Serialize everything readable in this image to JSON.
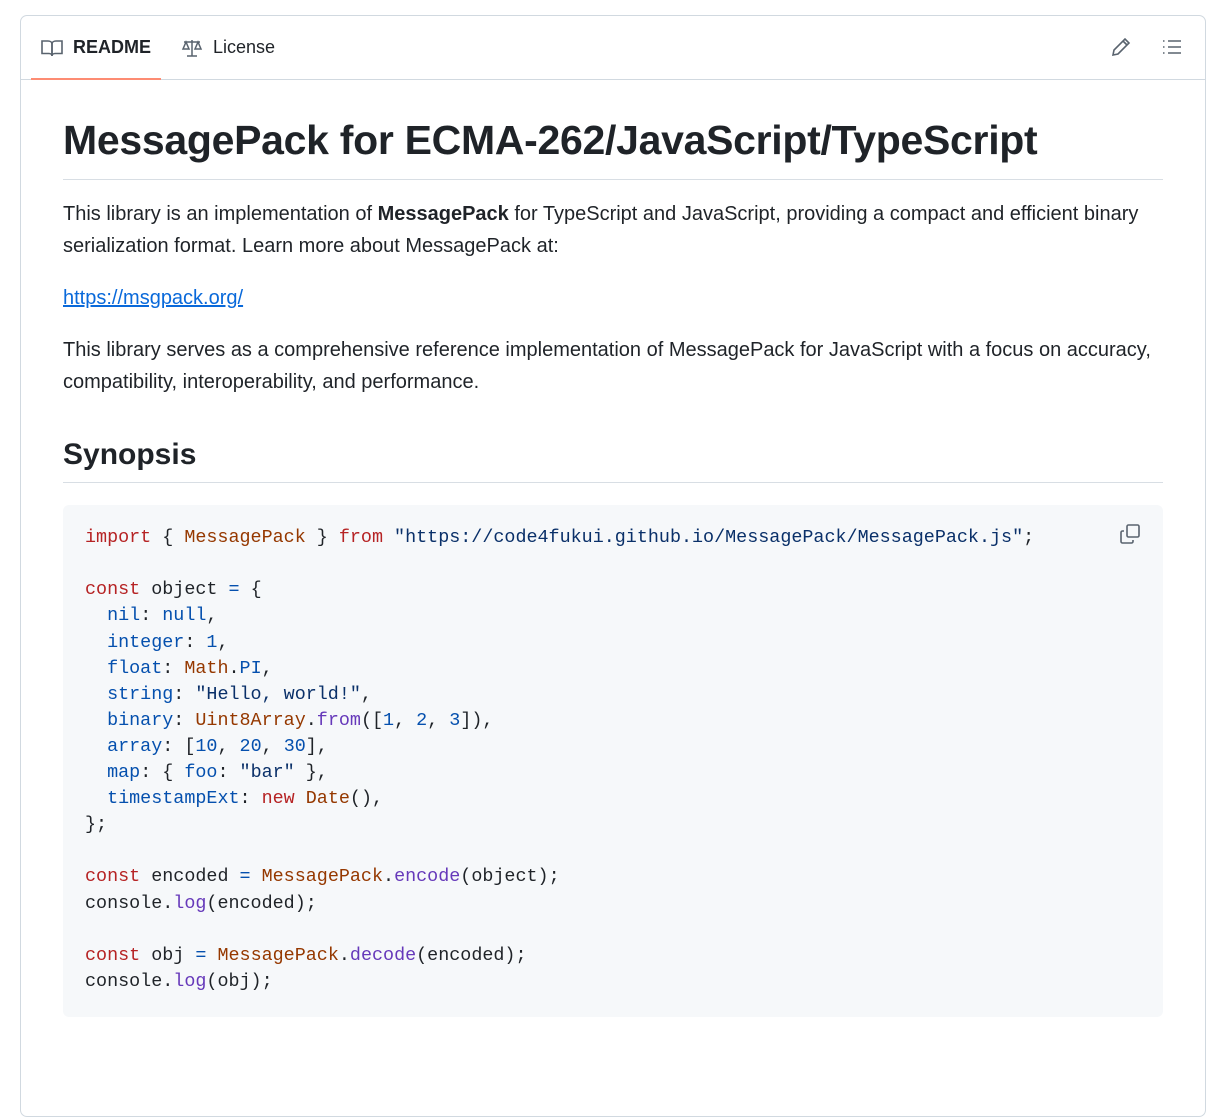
{
  "tabs": [
    {
      "label": "README",
      "icon": "book-icon"
    },
    {
      "label": "License",
      "icon": "scale-icon"
    }
  ],
  "header_icons": [
    "pencil-icon",
    "list-icon"
  ],
  "title": "MessagePack for ECMA-262/JavaScript/TypeScript",
  "intro": {
    "before": "This library is an implementation of ",
    "bold": "MessagePack",
    "after": " for TypeScript and JavaScript, providing a compact and efficient binary serialization format. Learn more about MessagePack at:"
  },
  "link": "https://msgpack.org/",
  "para2": "This library serves as a comprehensive reference implementation of MessagePack for JavaScript with a focus on accuracy, compatibility, interoperability, and performance.",
  "synopsis_heading": "Synopsis",
  "code_lines": [
    [
      [
        "import",
        "k"
      ],
      [
        " { ",
        ""
      ],
      [
        "MessagePack",
        "c"
      ],
      [
        " } ",
        ""
      ],
      [
        "from",
        "k"
      ],
      [
        " ",
        ""
      ],
      [
        "\"https://code4fukui.github.io/MessagePack/MessagePack.js\"",
        "s"
      ],
      [
        ";",
        ""
      ]
    ],
    [],
    [
      [
        "const",
        "k"
      ],
      [
        " object ",
        ""
      ],
      [
        "=",
        "p"
      ],
      [
        " {",
        ""
      ]
    ],
    [
      [
        "  ",
        ""
      ],
      [
        "nil",
        "p"
      ],
      [
        ": ",
        ""
      ],
      [
        "null",
        "p"
      ],
      [
        ",",
        ""
      ]
    ],
    [
      [
        "  ",
        ""
      ],
      [
        "integer",
        "p"
      ],
      [
        ": ",
        ""
      ],
      [
        "1",
        "p"
      ],
      [
        ",",
        ""
      ]
    ],
    [
      [
        "  ",
        ""
      ],
      [
        "float",
        "p"
      ],
      [
        ": ",
        ""
      ],
      [
        "Math",
        "c"
      ],
      [
        ".",
        ""
      ],
      [
        "PI",
        "p"
      ],
      [
        ",",
        ""
      ]
    ],
    [
      [
        "  ",
        ""
      ],
      [
        "string",
        "p"
      ],
      [
        ": ",
        ""
      ],
      [
        "\"Hello, world!\"",
        "s"
      ],
      [
        ",",
        ""
      ]
    ],
    [
      [
        "  ",
        ""
      ],
      [
        "binary",
        "p"
      ],
      [
        ": ",
        ""
      ],
      [
        "Uint8Array",
        "c"
      ],
      [
        ".",
        ""
      ],
      [
        "from",
        "f"
      ],
      [
        "([",
        ""
      ],
      [
        "1",
        "p"
      ],
      [
        ", ",
        ""
      ],
      [
        "2",
        "p"
      ],
      [
        ", ",
        ""
      ],
      [
        "3",
        "p"
      ],
      [
        "]),",
        ""
      ]
    ],
    [
      [
        "  ",
        ""
      ],
      [
        "array",
        "p"
      ],
      [
        ": [",
        ""
      ],
      [
        "10",
        "p"
      ],
      [
        ", ",
        ""
      ],
      [
        "20",
        "p"
      ],
      [
        ", ",
        ""
      ],
      [
        "30",
        "p"
      ],
      [
        "],",
        ""
      ]
    ],
    [
      [
        "  ",
        ""
      ],
      [
        "map",
        "p"
      ],
      [
        ": { ",
        ""
      ],
      [
        "foo",
        "p"
      ],
      [
        ": ",
        ""
      ],
      [
        "\"bar\"",
        "s"
      ],
      [
        " },",
        ""
      ]
    ],
    [
      [
        "  ",
        ""
      ],
      [
        "timestampExt",
        "p"
      ],
      [
        ": ",
        ""
      ],
      [
        "new",
        "k"
      ],
      [
        " ",
        ""
      ],
      [
        "Date",
        "c"
      ],
      [
        "(),",
        ""
      ]
    ],
    [
      [
        "};",
        ""
      ]
    ],
    [],
    [
      [
        "const",
        "k"
      ],
      [
        " encoded ",
        ""
      ],
      [
        "=",
        "p"
      ],
      [
        " ",
        ""
      ],
      [
        "MessagePack",
        "c"
      ],
      [
        ".",
        ""
      ],
      [
        "encode",
        "f"
      ],
      [
        "(object);",
        ""
      ]
    ],
    [
      [
        "console.",
        ""
      ],
      [
        "log",
        "f"
      ],
      [
        "(encoded);",
        ""
      ]
    ],
    [],
    [
      [
        "const",
        "k"
      ],
      [
        " obj ",
        ""
      ],
      [
        "=",
        "p"
      ],
      [
        " ",
        ""
      ],
      [
        "MessagePack",
        "c"
      ],
      [
        ".",
        ""
      ],
      [
        "decode",
        "f"
      ],
      [
        "(encoded);",
        ""
      ]
    ],
    [
      [
        "console.",
        ""
      ],
      [
        "log",
        "f"
      ],
      [
        "(obj);",
        ""
      ]
    ]
  ]
}
